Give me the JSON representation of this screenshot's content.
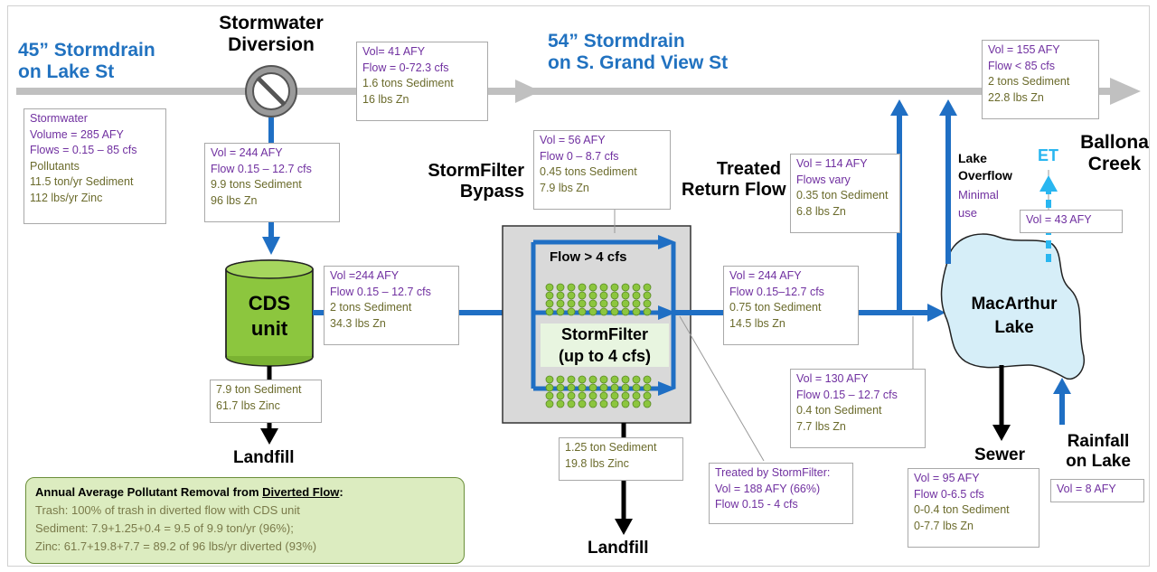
{
  "labels": {
    "stormdrain_45_line1": "45” Stormdrain",
    "stormdrain_45_line2": "on Lake St",
    "diversion_line1": "Stormwater",
    "diversion_line2": "Diversion",
    "stormdrain_54_line1": "54” Stormdrain",
    "stormdrain_54_line2": "on S. Grand View St",
    "ballona_line1": "Ballona",
    "ballona_line2": "Creek",
    "stormfilter_bypass_line1": "StormFilter",
    "stormfilter_bypass_line2": "Bypass",
    "treated_return_line1": "Treated",
    "treated_return_line2": "Return Flow",
    "lake_overflow_line1": "Lake",
    "lake_overflow_line2": "Overflow",
    "lake_overflow_note1": "Minimal",
    "lake_overflow_note2": "use",
    "et": "ET",
    "cds_line1": "CDS",
    "cds_line2": "unit",
    "flow_gt_4": "Flow > 4 cfs",
    "stormfilter_line1": "StormFilter",
    "stormfilter_line2": "(up to 4 cfs)",
    "macarthur_line1": "MacArthur",
    "macarthur_line2": "Lake",
    "landfill_left": "Landfill",
    "landfill_center": "Landfill",
    "sewer": "Sewer",
    "rainfall_line1": "Rainfall",
    "rainfall_line2": "on Lake"
  },
  "boxes": {
    "stormwater_in": [
      "Stormwater",
      "Volume = 285 AFY",
      "Flows = 0.15 – 85 cfs",
      "Pollutants",
      "11.5 ton/yr Sediment",
      "112 lbs/yr Zinc"
    ],
    "diversion": [
      "Vol = 244 AFY",
      "Flow 0.15 – 12.7 cfs",
      "9.9 tons Sediment",
      "96 lbs Zn"
    ],
    "bypass_main": [
      "Vol= 41 AFY",
      "Flow = 0-72.3 cfs",
      "1.6 tons Sediment",
      "16 lbs Zn"
    ],
    "outflow": [
      "Vol = 155 AFY",
      "Flow < 85 cfs",
      "2 tons Sediment",
      "22.8 lbs Zn"
    ],
    "sf_bypass": [
      "Vol = 56 AFY",
      "Flow 0 – 8.7 cfs",
      "0.45 tons Sediment",
      "7.9 lbs Zn"
    ],
    "lake_release": [
      "Vol = 114 AFY",
      "Flows vary",
      "0.35 ton Sediment",
      "6.8 lbs Zn"
    ],
    "et_vol": [
      "Vol = 43 AFY"
    ],
    "cds_out": [
      "Vol =244 AFY",
      "Flow 0.15 – 12.7 cfs",
      "2 tons Sediment",
      "34.3 lbs Zn"
    ],
    "sf_out": [
      "Vol = 244 AFY",
      "Flow 0.15–12.7 cfs",
      "0.75 ton Sediment",
      "14.5 lbs Zn"
    ],
    "cds_removed": [
      "7.9 ton Sediment",
      "61.7 lbs Zinc"
    ],
    "to_lake": [
      "Vol = 130 AFY",
      "Flow 0.15 – 12.7 cfs",
      "0.4 ton Sediment",
      "7.7 lbs Zn"
    ],
    "sf_removed": [
      "1.25 ton Sediment",
      "19.8 lbs Zinc"
    ],
    "treated_by_sf": [
      "Treated by StormFilter:",
      "Vol = 188 AFY (66%)",
      "Flow 0.15 - 4 cfs"
    ],
    "sewer_box": [
      "Vol = 95 AFY",
      "Flow 0-6.5 cfs",
      "0-0.4 ton Sediment",
      "0-7.7 lbs Zn"
    ],
    "rain_vol": [
      "Vol = 8 AFY"
    ]
  },
  "summary": {
    "title_prefix": "Annual Average Pollutant Removal from ",
    "title_underlined": "Diverted Flow",
    "title_suffix": ":",
    "line1": "Trash: 100% of trash in diverted flow with CDS unit",
    "line2": "Sediment: 7.9+1.25+0.4 = 9.5 of 9.9 ton/yr (96%);",
    "line3": "Zinc: 61.7+19.8+7.7 = 89.2 of 96 lbs/yr diverted (93%)"
  },
  "colors": {
    "flow_blue": "#1f6fc4",
    "pipe_gray": "#c0c0c0",
    "title_blue": "#2172c0",
    "cds_green": "#8cc63e",
    "lake_blue": "#d6eef8",
    "et_blue": "#29b6f0",
    "summary_green": "#dcecc0",
    "purple_text": "#7030a0",
    "olive_text": "#6b6b2c"
  }
}
